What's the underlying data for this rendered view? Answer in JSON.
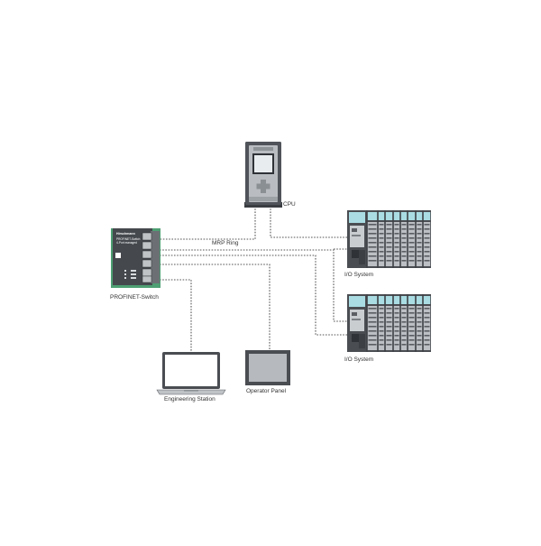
{
  "labels": {
    "cpu": "CPU",
    "ring": "MRP Ring",
    "switch": "PROFINET-Switch",
    "io1": "I/O System",
    "io2": "I/O System",
    "engineering": "Engineering Station",
    "operator": "Operator Panel"
  },
  "switch_device": {
    "brand": "Hirschmann",
    "model_line1": "PROFINET-Switch",
    "model_line2": "4-Port managed"
  },
  "colors": {
    "connection": "#555555",
    "device_dark": "#4a4d52",
    "device_light": "#c9cdd0",
    "module_cyan": "#a9dde3",
    "switch_green": "#4e9f73"
  }
}
